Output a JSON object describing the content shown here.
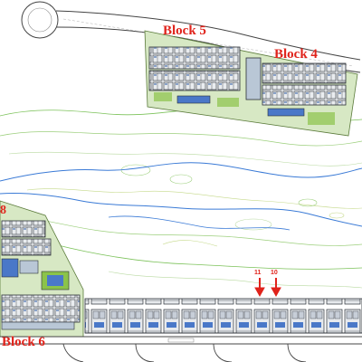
{
  "map": {
    "blocks": [
      {
        "id": "block-5",
        "label": "Block 5"
      },
      {
        "id": "block-4",
        "label": "Block 4"
      },
      {
        "id": "block-8",
        "label": "8"
      },
      {
        "id": "block-6",
        "label": "Block 6"
      }
    ],
    "markers": [
      {
        "id": "marker-11",
        "label": "11"
      },
      {
        "id": "marker-10",
        "label": "10"
      }
    ],
    "colors": {
      "label": "#e0231b",
      "river": "#3a7ad6",
      "contour": "#7cc25a",
      "building_fill": "#e9ecef",
      "building_line": "#2a2f36",
      "pool": "#4a78c8",
      "landscape": "#8bc34a"
    }
  }
}
